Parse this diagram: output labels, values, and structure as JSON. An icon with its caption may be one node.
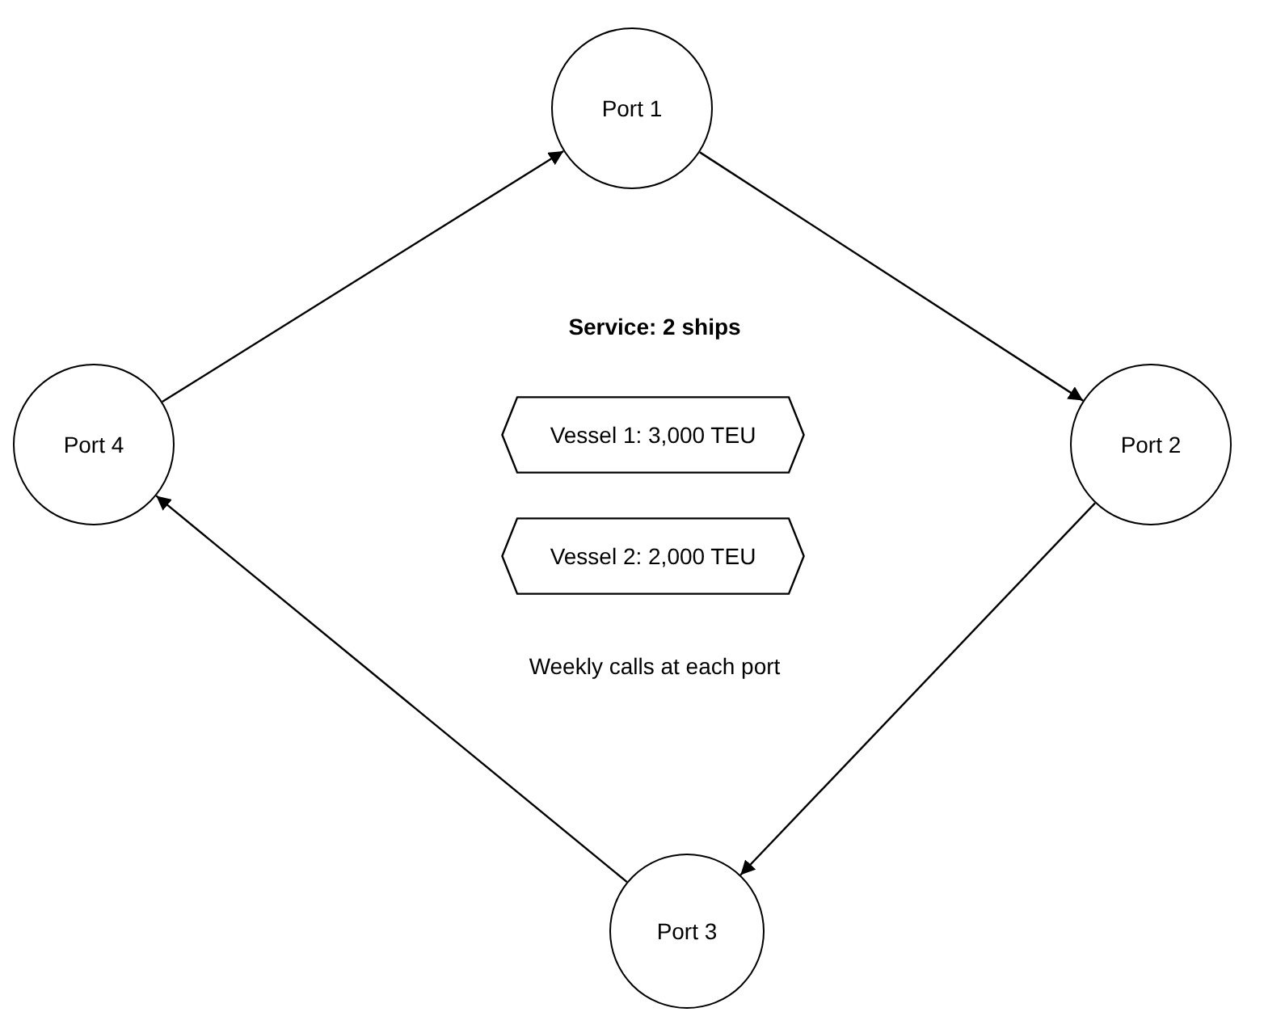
{
  "diagram": {
    "nodes": [
      {
        "text": [
          "Port 1"
        ]
      },
      {
        "text": [
          "Port 2"
        ]
      },
      {
        "text": [
          "Port 3"
        ]
      },
      {
        "text": [
          "Port 4"
        ]
      },
      {
        "text": [
          "Vessel 1: 3,000 TEU"
        ]
      },
      {
        "text": [
          "Vessel 2: 2,000 TEU"
        ]
      }
    ],
    "edges": [
      {
        "from": 3,
        "to": 0,
        "arrow": "to"
      },
      {
        "from": 0,
        "to": 1,
        "arrow": "to"
      },
      {
        "from": 1,
        "to": 2,
        "arrow": "to"
      },
      {
        "from": 2,
        "to": 3,
        "arrow": "to"
      }
    ],
    "labels": [
      "Service: 2 ships",
      "Weekly calls at each port"
    ]
  }
}
